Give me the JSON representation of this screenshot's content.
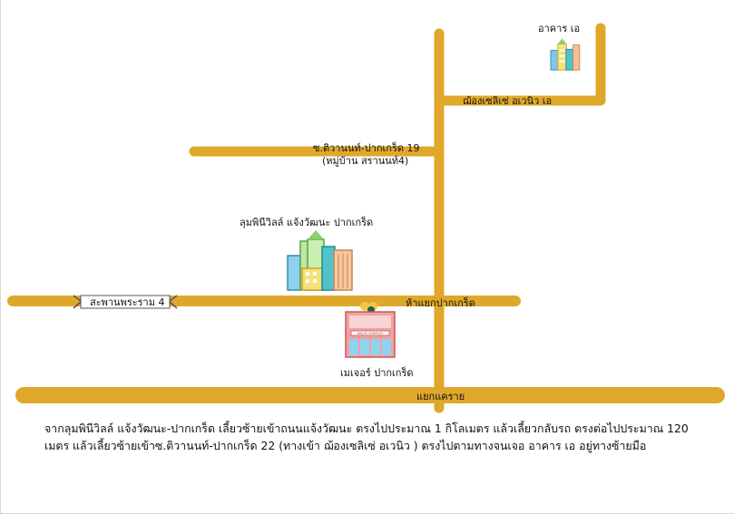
{
  "map": {
    "road_color": "#E0A82A",
    "labels": {
      "building_a": "อาคาร เอ",
      "muang_soi": "ฌ้องเซลิเซ่ อเวนิว เอ",
      "soi_tiwanon": "ซ.ติวานนท์-ปากเกร็ด 19",
      "soi_tiwanon_sub": "(หมู่บ้าน สรานนท์4)",
      "lumpini": "ลุมพินีวิลล์ แจ้งวัฒนะ ปากเกร็ด",
      "bridge": "สะพานพระราม 4",
      "pakkret_junction": "ห้าแยกปากเกร็ด",
      "major": "เมเจอร์ ปากเกร็ด",
      "khae_rai": "แยกแคราย",
      "major_sign": "MAJOR CINEPLEX"
    },
    "icons": {
      "building_a": "city-buildings-icon",
      "lumpini": "city-buildings-icon",
      "major": "cinema-building-icon"
    }
  },
  "directions": "จากลุมพินีวิลล์ แจ้งวัฒนะ-ปากเกร็ด เลี้ยวซ้ายเข้าถนนแจ้งวัฒนะ ตรงไปประมาณ 1 กิโลเมตร แล้วเลี้ยวกลับรถ  ตรงต่อไปประมาณ 120 เมตร แล้วเลี้ยวซ้ายเข้าซ.ติวานนท์-ปากเกร็ด 22 (ทางเข้า ฌ้องเซลิเซ่ อเวนิว ) ตรงไปตามทางจนเจอ อาคาร เอ  อยู่ทางซ้ายมือ"
}
